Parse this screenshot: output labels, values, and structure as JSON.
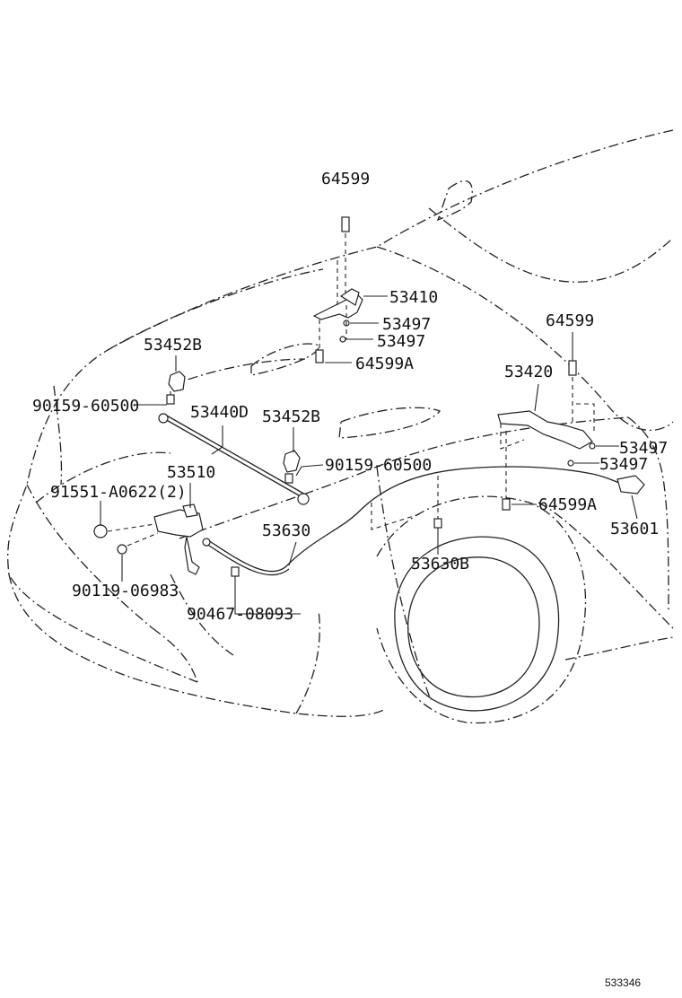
{
  "diagram": {
    "labels": {
      "p64599_top": "64599",
      "p53410": "53410",
      "p53497_a": "53497",
      "p53497_b": "53497",
      "p64599A_left": "64599A",
      "p53452B_left": "53452B",
      "p90159_left": "90159-60500",
      "p53440D": "53440D",
      "p53452B_mid": "53452B",
      "p90159_mid": "90159-60500",
      "p53510": "53510",
      "p91551": "91551-A0622(2)",
      "p90119": "90119-06983",
      "p53630": "53630",
      "p53630B": "53630B",
      "p90467": "90467-08093",
      "p64599_right": "64599",
      "p53420": "53420",
      "p53497_c": "53497",
      "p53497_d": "53497",
      "p64599A_right": "64599A",
      "p53601": "53601"
    },
    "figure_ref": "533346"
  }
}
